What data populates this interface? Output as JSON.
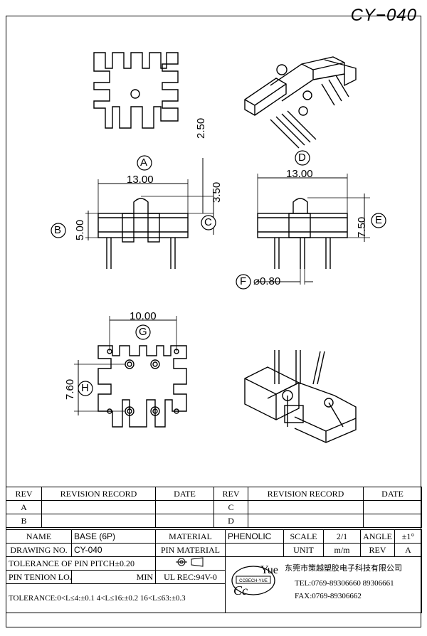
{
  "drawing_no_title": "CY−040",
  "dimensions": {
    "top_width": "13.00",
    "top_height_a": "2.50",
    "top_height_b": "3.50",
    "left_height": "5.00",
    "right_width": "13.00",
    "right_height": "7.50",
    "pin_dia": "⌀0.80",
    "bottom_width": "10.00",
    "bottom_height": "7.60"
  },
  "balloons": [
    "A",
    "B",
    "C",
    "D",
    "E",
    "F",
    "G",
    "H"
  ],
  "revision": {
    "headers": [
      "REV",
      "REVISION RECORD",
      "DATE",
      "REV",
      "REVISION RECORD",
      "DATE"
    ],
    "rows": [
      [
        "A",
        "",
        "",
        "C",
        "",
        ""
      ],
      [
        "B",
        "",
        "",
        "D",
        "",
        ""
      ]
    ]
  },
  "title_block": {
    "name_label": "NAME",
    "name_value": "BASE (6P)",
    "material_label": "MATERIAL",
    "material_value": "PHENOLIC",
    "scale_label": "SCALE",
    "scale_value": "2/1",
    "angle_label": "ANGLE",
    "angle_value": "±1°",
    "drawing_no_label": "DRAWING NO.",
    "drawing_no_value": "CY-040",
    "pin_material_label": "PIN MATERIAL",
    "unit_label": "UNIT",
    "unit_value": "m/m",
    "rev_label": "REV",
    "rev_value": "A",
    "pitch_tolerance": "TOLERANCE OF PIN PITCH±0.20",
    "pin_tension_label": "PIN TENION LOAD",
    "pin_tension_min": "MIN",
    "ul_rec": "UL REC:94V-0",
    "tolerance_note": "TOLERANCE:0<L≤4:±0.1  4<L≤16:±0.2  16<L≤63:±0.3"
  },
  "company": {
    "name_cn": "东莞市策越塑胶电子科技有限公司",
    "tel": "TEL:0769-89306660 89306661",
    "fax": "FAX:0769-89306662",
    "logo_text": "Yue",
    "logo_letters": "Cc",
    "logo_banner": "CCBECH-YUE"
  }
}
